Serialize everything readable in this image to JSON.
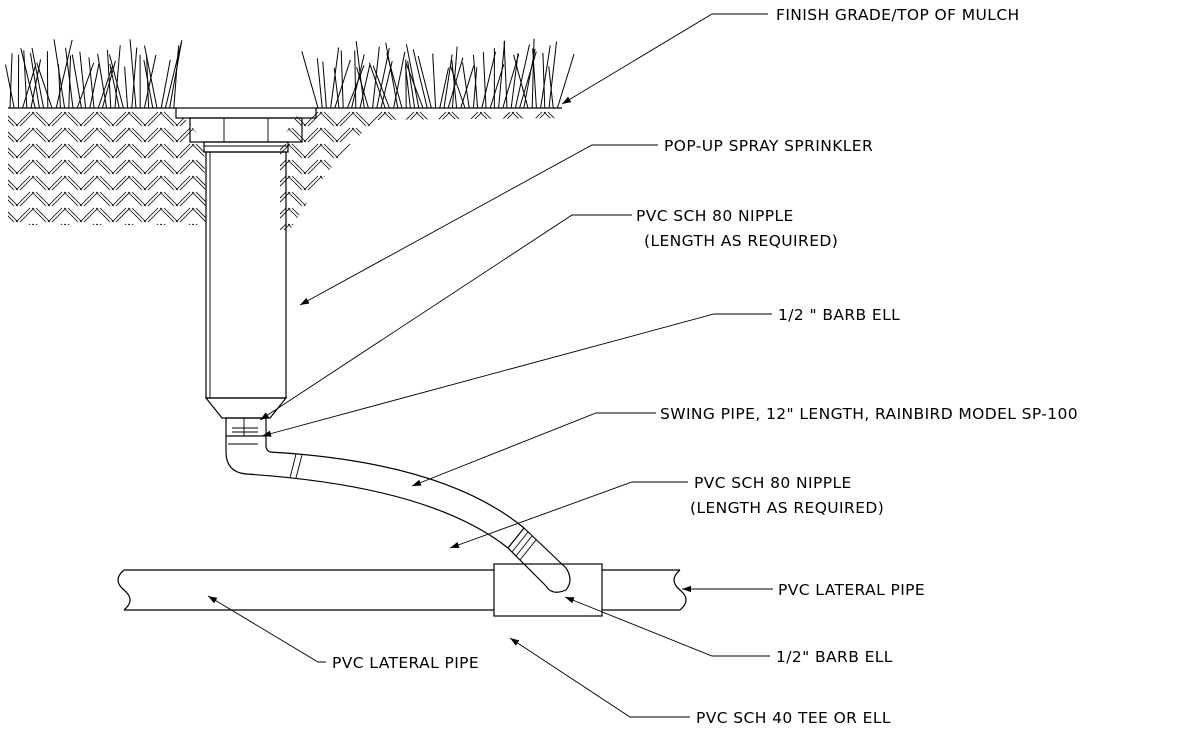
{
  "callouts": {
    "finish_grade": "FINISH GRADE/TOP OF MULCH",
    "popup_sprinkler": "POP-UP SPRAY SPRINKLER",
    "nipple_top_line1": "PVC SCH 80 NIPPLE",
    "nipple_top_line2": "(LENGTH AS REQUIRED)",
    "barb_ell_top": "1/2 \" BARB ELL",
    "swing_pipe": "SWING PIPE, 12\" LENGTH, RAINBIRD MODEL SP-100",
    "nipple_bottom_line1": "PVC SCH 80 NIPPLE",
    "nipple_bottom_line2": "(LENGTH AS REQUIRED)",
    "lateral_right": "PVC LATERAL PIPE",
    "barb_ell_bottom": "1/2\" BARB ELL",
    "lateral_left": "PVC LATERAL PIPE",
    "tee": "PVC SCH 40 TEE OR ELL"
  }
}
